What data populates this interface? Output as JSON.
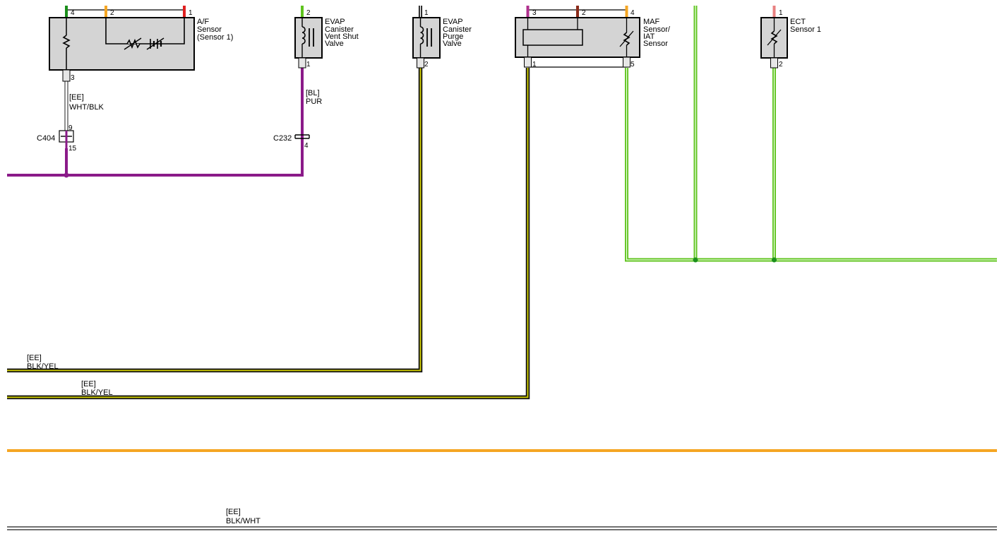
{
  "components": {
    "af_sensor": {
      "name": [
        "A/F",
        "Sensor",
        "(Sensor 1)"
      ],
      "pins": {
        "p4": "4",
        "p2": "2",
        "p1": "1",
        "p3": "3"
      }
    },
    "evap_vent": {
      "name": [
        "EVAP",
        "Canister",
        "Vent Shut",
        "Valve"
      ],
      "pins": {
        "top": "2",
        "bottom": "1"
      }
    },
    "evap_purge": {
      "name": [
        "EVAP",
        "Canister",
        "Purge",
        "Valve"
      ],
      "pins": {
        "top": "1",
        "bottom": "2"
      }
    },
    "maf_sensor": {
      "name": [
        "MAF",
        "Sensor/",
        "IAT",
        "Sensor"
      ],
      "pins": {
        "p3": "3",
        "p2": "2",
        "p4": "4",
        "p1": "1",
        "p5": "5"
      }
    },
    "ect_sensor": {
      "name": [
        "ECT",
        "Sensor 1"
      ],
      "pins": {
        "top": "1",
        "bottom": "2"
      }
    }
  },
  "connectors": {
    "c404": {
      "name": "C404",
      "pin_top": "9",
      "pin_bottom": "15"
    },
    "c232": {
      "name": "C232",
      "pin": "4"
    }
  },
  "wires": {
    "af_pin3": {
      "harness": "[EE]",
      "color": "WHT/BLK"
    },
    "evap_vent_pin1": {
      "harness": "[BL]",
      "color": "PUR"
    },
    "evap_purge_pin2": {
      "harness": "[EE]",
      "color": "BLK/YEL"
    },
    "maf_pin1": {
      "harness": "[EE]",
      "color": "BLK/YEL"
    },
    "bottom_ground": {
      "harness": "[EE]",
      "color": "BLK/WHT"
    }
  },
  "colors": {
    "purple": "#8b1a89",
    "green": "#5fc31e",
    "black_yellow": "#d9d600",
    "orange": "#f5a623",
    "gray": "#9a9a9a",
    "red": "#e02020",
    "dark_green": "#1b8f1b",
    "brown": "#8b2b1a",
    "magenta": "#b0308e"
  }
}
